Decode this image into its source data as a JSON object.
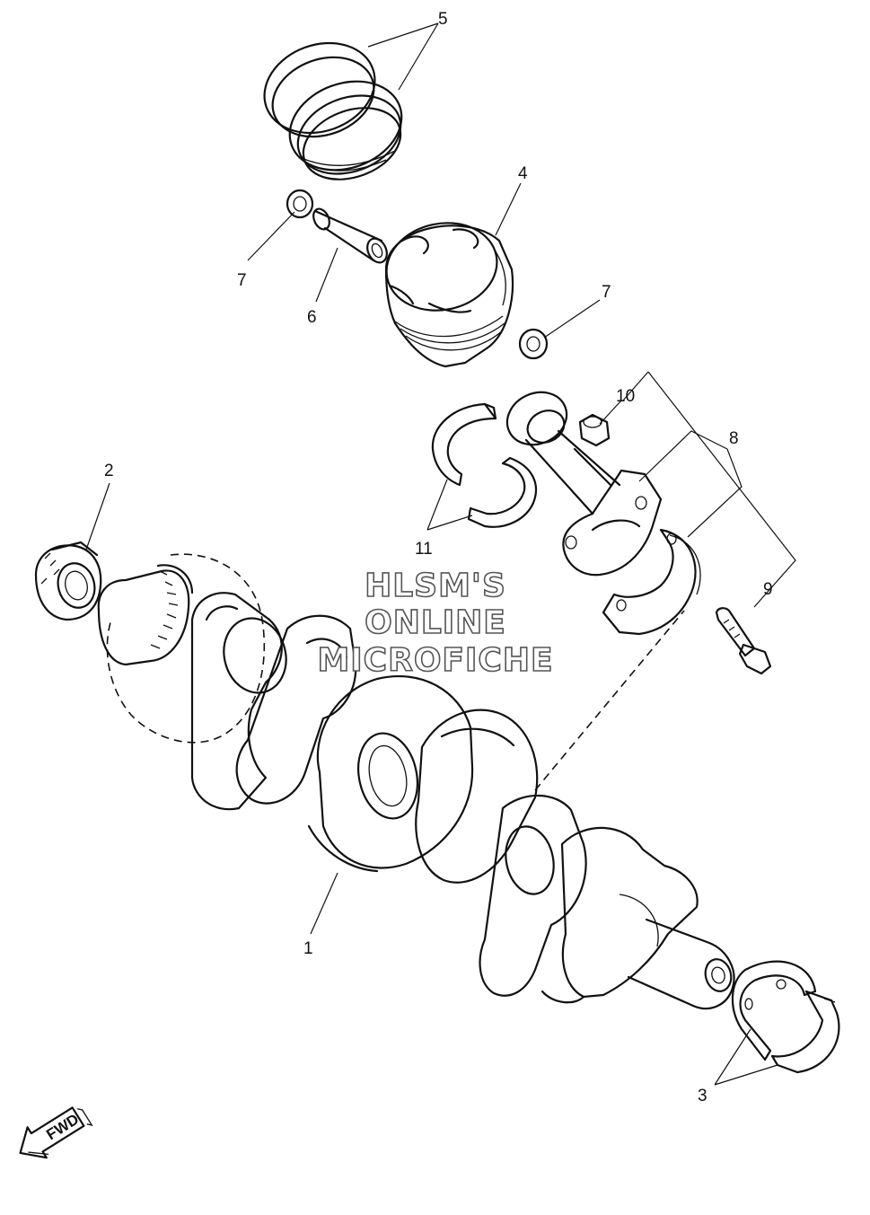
{
  "watermark": {
    "line1": "HLSM'S",
    "line2": "ONLINE",
    "line3": "MICROFICHE"
  },
  "direction_label": "FWD",
  "callouts": [
    {
      "id": "1",
      "text": "1"
    },
    {
      "id": "2",
      "text": "2"
    },
    {
      "id": "3",
      "text": "3"
    },
    {
      "id": "4",
      "text": "4"
    },
    {
      "id": "5",
      "text": "5"
    },
    {
      "id": "6",
      "text": "6"
    },
    {
      "id": "7a",
      "text": "7"
    },
    {
      "id": "7b",
      "text": "7"
    },
    {
      "id": "8",
      "text": "8"
    },
    {
      "id": "9",
      "text": "9"
    },
    {
      "id": "10",
      "text": "10"
    },
    {
      "id": "11",
      "text": "11"
    }
  ]
}
